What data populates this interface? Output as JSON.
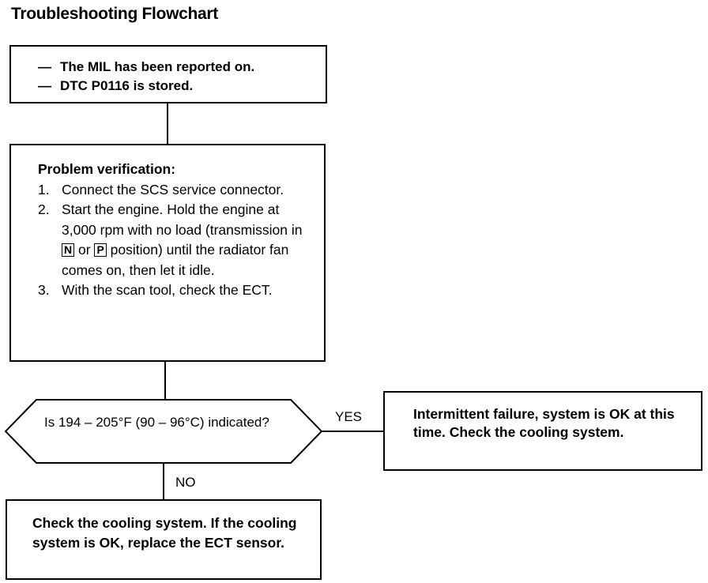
{
  "title": "Troubleshooting Flowchart",
  "start_box": {
    "lines": [
      "The MIL has been reported on.",
      "DTC P0116 is stored."
    ],
    "bullet": "—"
  },
  "verification_box": {
    "heading": "Problem verification:",
    "steps": [
      {
        "num": "1.",
        "text": "Connect the SCS service connector."
      },
      {
        "num": "2.",
        "text_before": "Start the engine. Hold the engine at 3,000 rpm with no load (transmission in",
        "key1": "N",
        "or": "or",
        "key2": "P",
        "text_after": "position) until the radiator fan comes on, then let it idle."
      },
      {
        "num": "3.",
        "text": "With the scan tool, check the ECT."
      }
    ]
  },
  "decision": {
    "question": "Is 194 – 205°F (90 – 96°C) indicated?"
  },
  "yes_label": "YES",
  "no_label": "NO",
  "yes_box": {
    "text": "Intermittent failure, system is OK at this time. Check the cooling system."
  },
  "no_box": {
    "text": "Check the cooling system. If the cooling system is OK, replace the ECT sensor."
  }
}
